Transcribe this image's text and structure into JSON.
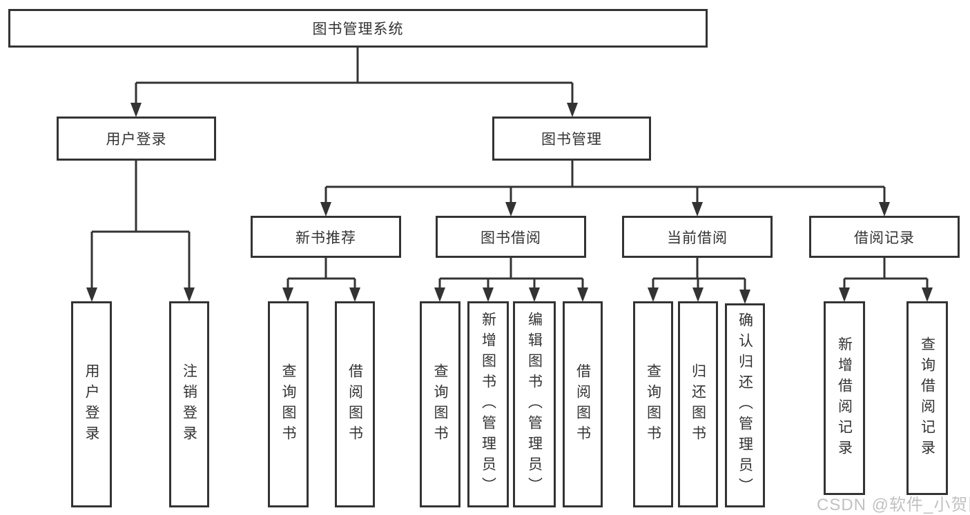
{
  "diagram_title": "图书管理系统",
  "tree": {
    "root": {
      "label": "图书管理系统"
    },
    "children": [
      {
        "label": "用户登录",
        "children": [
          {
            "label": "用户登录"
          },
          {
            "label": "注销登录"
          }
        ]
      },
      {
        "label": "图书管理",
        "children": [
          {
            "label": "新书推荐",
            "children": [
              {
                "label": "查询图书"
              },
              {
                "label": "借阅图书"
              }
            ]
          },
          {
            "label": "图书借阅",
            "children": [
              {
                "label": "查询图书"
              },
              {
                "label": "新增图书（管理员）"
              },
              {
                "label": "编辑图书（管理员）"
              },
              {
                "label": "借阅图书"
              }
            ]
          },
          {
            "label": "当前借阅",
            "children": [
              {
                "label": "查询图书"
              },
              {
                "label": "归还图书"
              },
              {
                "label": "确认归还（管理员）"
              }
            ]
          },
          {
            "label": "借阅记录",
            "children": [
              {
                "label": "新增借阅记录"
              },
              {
                "label": "查询借阅记录"
              }
            ]
          }
        ]
      }
    ]
  },
  "watermark": {
    "text": "CSDN @软件_小贺同学"
  },
  "colors": {
    "line": "#333333",
    "box_border": "#333333",
    "text": "#333333",
    "watermark": "#c3c0c0",
    "background": "#ffffff"
  }
}
